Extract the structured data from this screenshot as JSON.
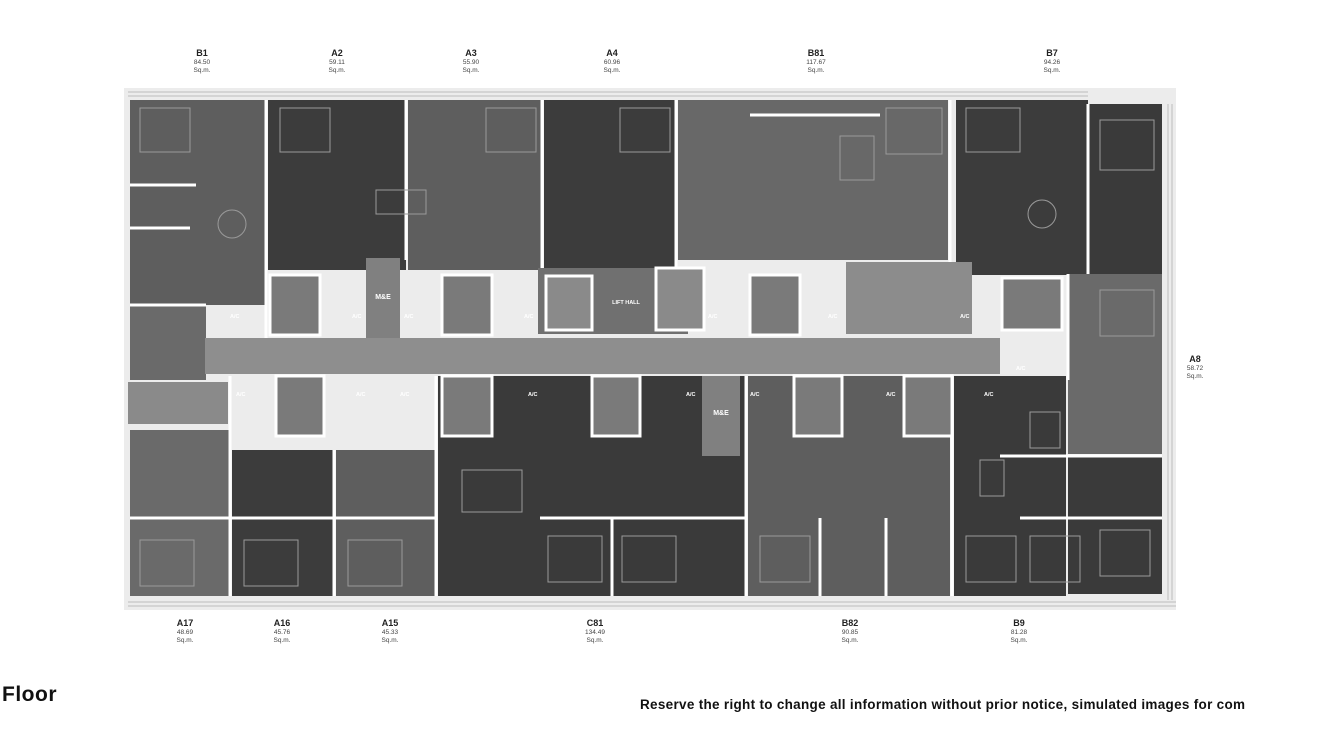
{
  "floor_title": "Floor",
  "disclaimer": "Reserve the right to change all information without prior notice, simulated images for com",
  "colors": {
    "dark_unit": "#3a3a3a",
    "mid_unit": "#5a5a5a",
    "light_unit": "#707070",
    "corridor": "#8e8e8e",
    "wall": "#ffffff",
    "balcony": "#e8e8e8"
  },
  "rooms": {
    "me_top": "M&E",
    "me_bottom": "M&E",
    "lift_hall": "LIFT HALL",
    "ac": "A/C"
  },
  "units_top": [
    {
      "code": "B1",
      "area": "84.50",
      "unit": "Sq.m."
    },
    {
      "code": "A2",
      "area": "59.11",
      "unit": "Sq.m."
    },
    {
      "code": "A3",
      "area": "55.90",
      "unit": "Sq.m."
    },
    {
      "code": "A4",
      "area": "60.96",
      "unit": "Sq.m."
    },
    {
      "code": "B81",
      "area": "117.67",
      "unit": "Sq.m."
    },
    {
      "code": "B7",
      "area": "94.26",
      "unit": "Sq.m."
    }
  ],
  "units_bottom": [
    {
      "code": "A17",
      "area": "48.69",
      "unit": "Sq.m."
    },
    {
      "code": "A16",
      "area": "45.76",
      "unit": "Sq.m."
    },
    {
      "code": "A15",
      "area": "45.33",
      "unit": "Sq.m."
    },
    {
      "code": "C81",
      "area": "134.49",
      "unit": "Sq.m."
    },
    {
      "code": "B82",
      "area": "90.85",
      "unit": "Sq.m."
    },
    {
      "code": "B9",
      "area": "81.28",
      "unit": "Sq.m."
    }
  ],
  "unit_side": {
    "code": "A8",
    "area": "58.72",
    "unit": "Sq.m."
  }
}
